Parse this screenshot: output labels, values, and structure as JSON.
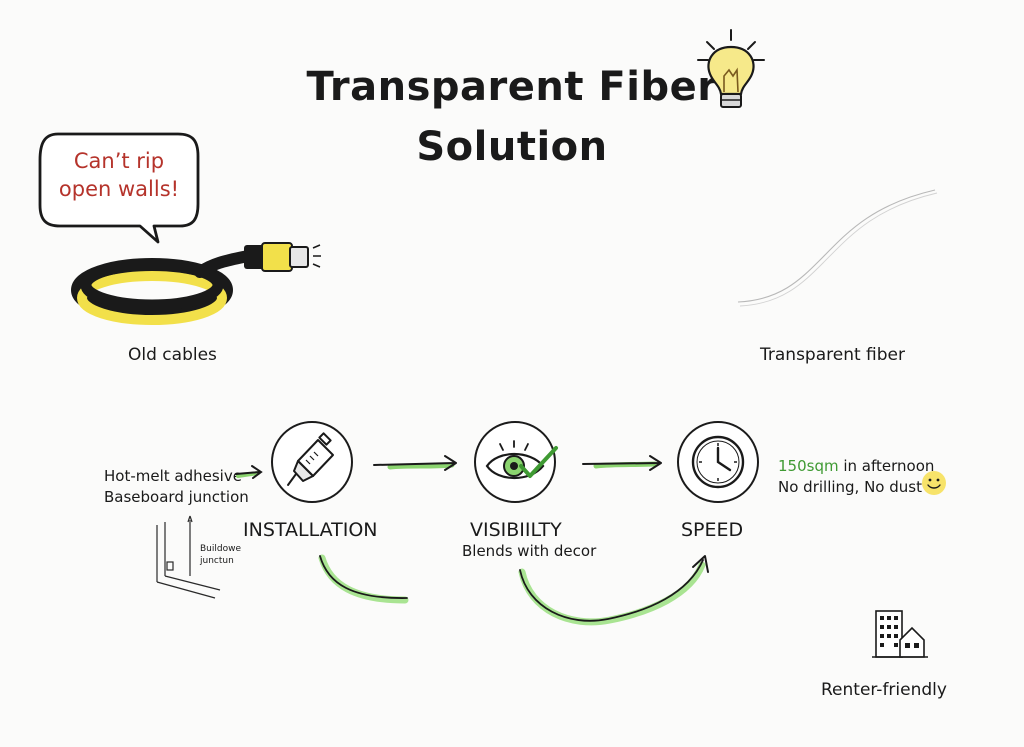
{
  "title": {
    "line1": "Transparent Fiber",
    "line2": "Solution"
  },
  "bubble": {
    "line1": "Can’t rip",
    "line2": "open walls!"
  },
  "labels": {
    "old_cables": "Old cables",
    "transparent_fiber": "Transparent fiber"
  },
  "installation_note": {
    "line1": "Hot-melt adhesive",
    "line2": "Baseboard junction",
    "sketch_line1": "Buildowe",
    "sketch_line2": "junctun"
  },
  "steps": [
    {
      "label": "INSTALLATION",
      "sub": "",
      "icon": "glue-gun-icon"
    },
    {
      "label": "VISIBIILTY",
      "sub": "Blends with decor",
      "icon": "eye-check-icon"
    },
    {
      "label": "SPEED",
      "sub": "",
      "icon": "clock-icon"
    }
  ],
  "speed_note": {
    "highlight": "150sqm",
    "line1_rest": " in afternoon",
    "line2": "No drilling, No dust"
  },
  "renter": {
    "label": "Renter-friendly",
    "icon": "building-icon"
  },
  "colors": {
    "accent_green": "#8bd46f",
    "bubble_text": "#b5332b",
    "cable_yellow": "#f2e04a",
    "cable_black": "#1a1a1a",
    "bulb_yellow": "#f6e98a",
    "smiley": "#f7e36a"
  }
}
